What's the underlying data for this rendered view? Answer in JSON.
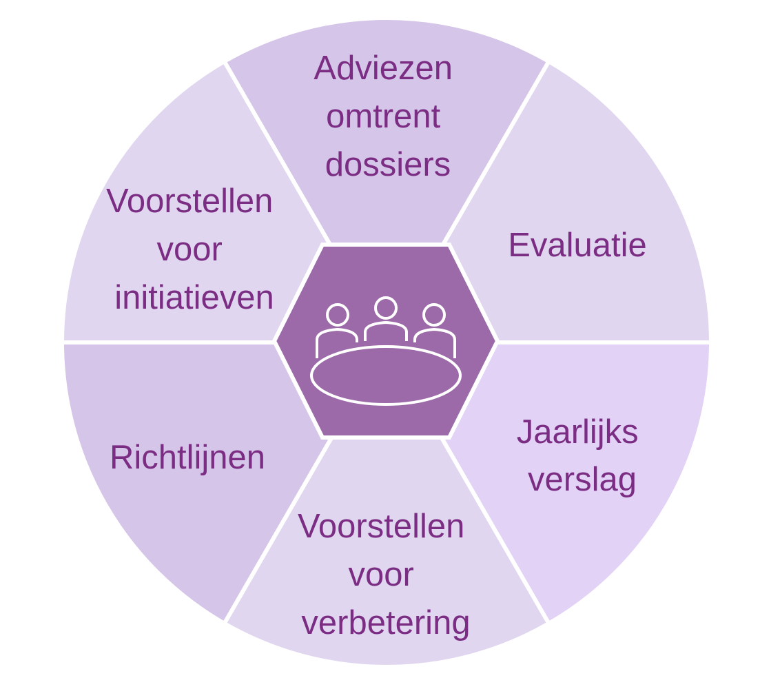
{
  "colors": {
    "segment_dark": "#d5c5e8",
    "segment_light": "#e0d6ef",
    "segment_lilac": "#e1d2f6",
    "hexagon": "#9c6aa8",
    "text": "#7b2d83",
    "divider": "#ffffff"
  },
  "center": {
    "icon": "meeting-table-icon"
  },
  "segments": [
    {
      "id": "top",
      "lines": [
        "Adviezen",
        "omtrent",
        "dossiers"
      ],
      "color": "#d5c5e8"
    },
    {
      "id": "top-right",
      "lines": [
        "Evaluatie"
      ],
      "color": "#e0d6ef"
    },
    {
      "id": "bottom-right",
      "lines": [
        "Jaarlijks",
        "verslag"
      ],
      "color": "#e1d2f6"
    },
    {
      "id": "bottom",
      "lines": [
        "Voorstellen",
        "voor",
        "verbetering"
      ],
      "color": "#e0d6ef"
    },
    {
      "id": "bottom-left",
      "lines": [
        "Richtlijnen"
      ],
      "color": "#d5c5e8"
    },
    {
      "id": "top-left",
      "lines": [
        "Voorstellen",
        "voor",
        "initiatieven"
      ],
      "color": "#e0d6ef"
    }
  ]
}
